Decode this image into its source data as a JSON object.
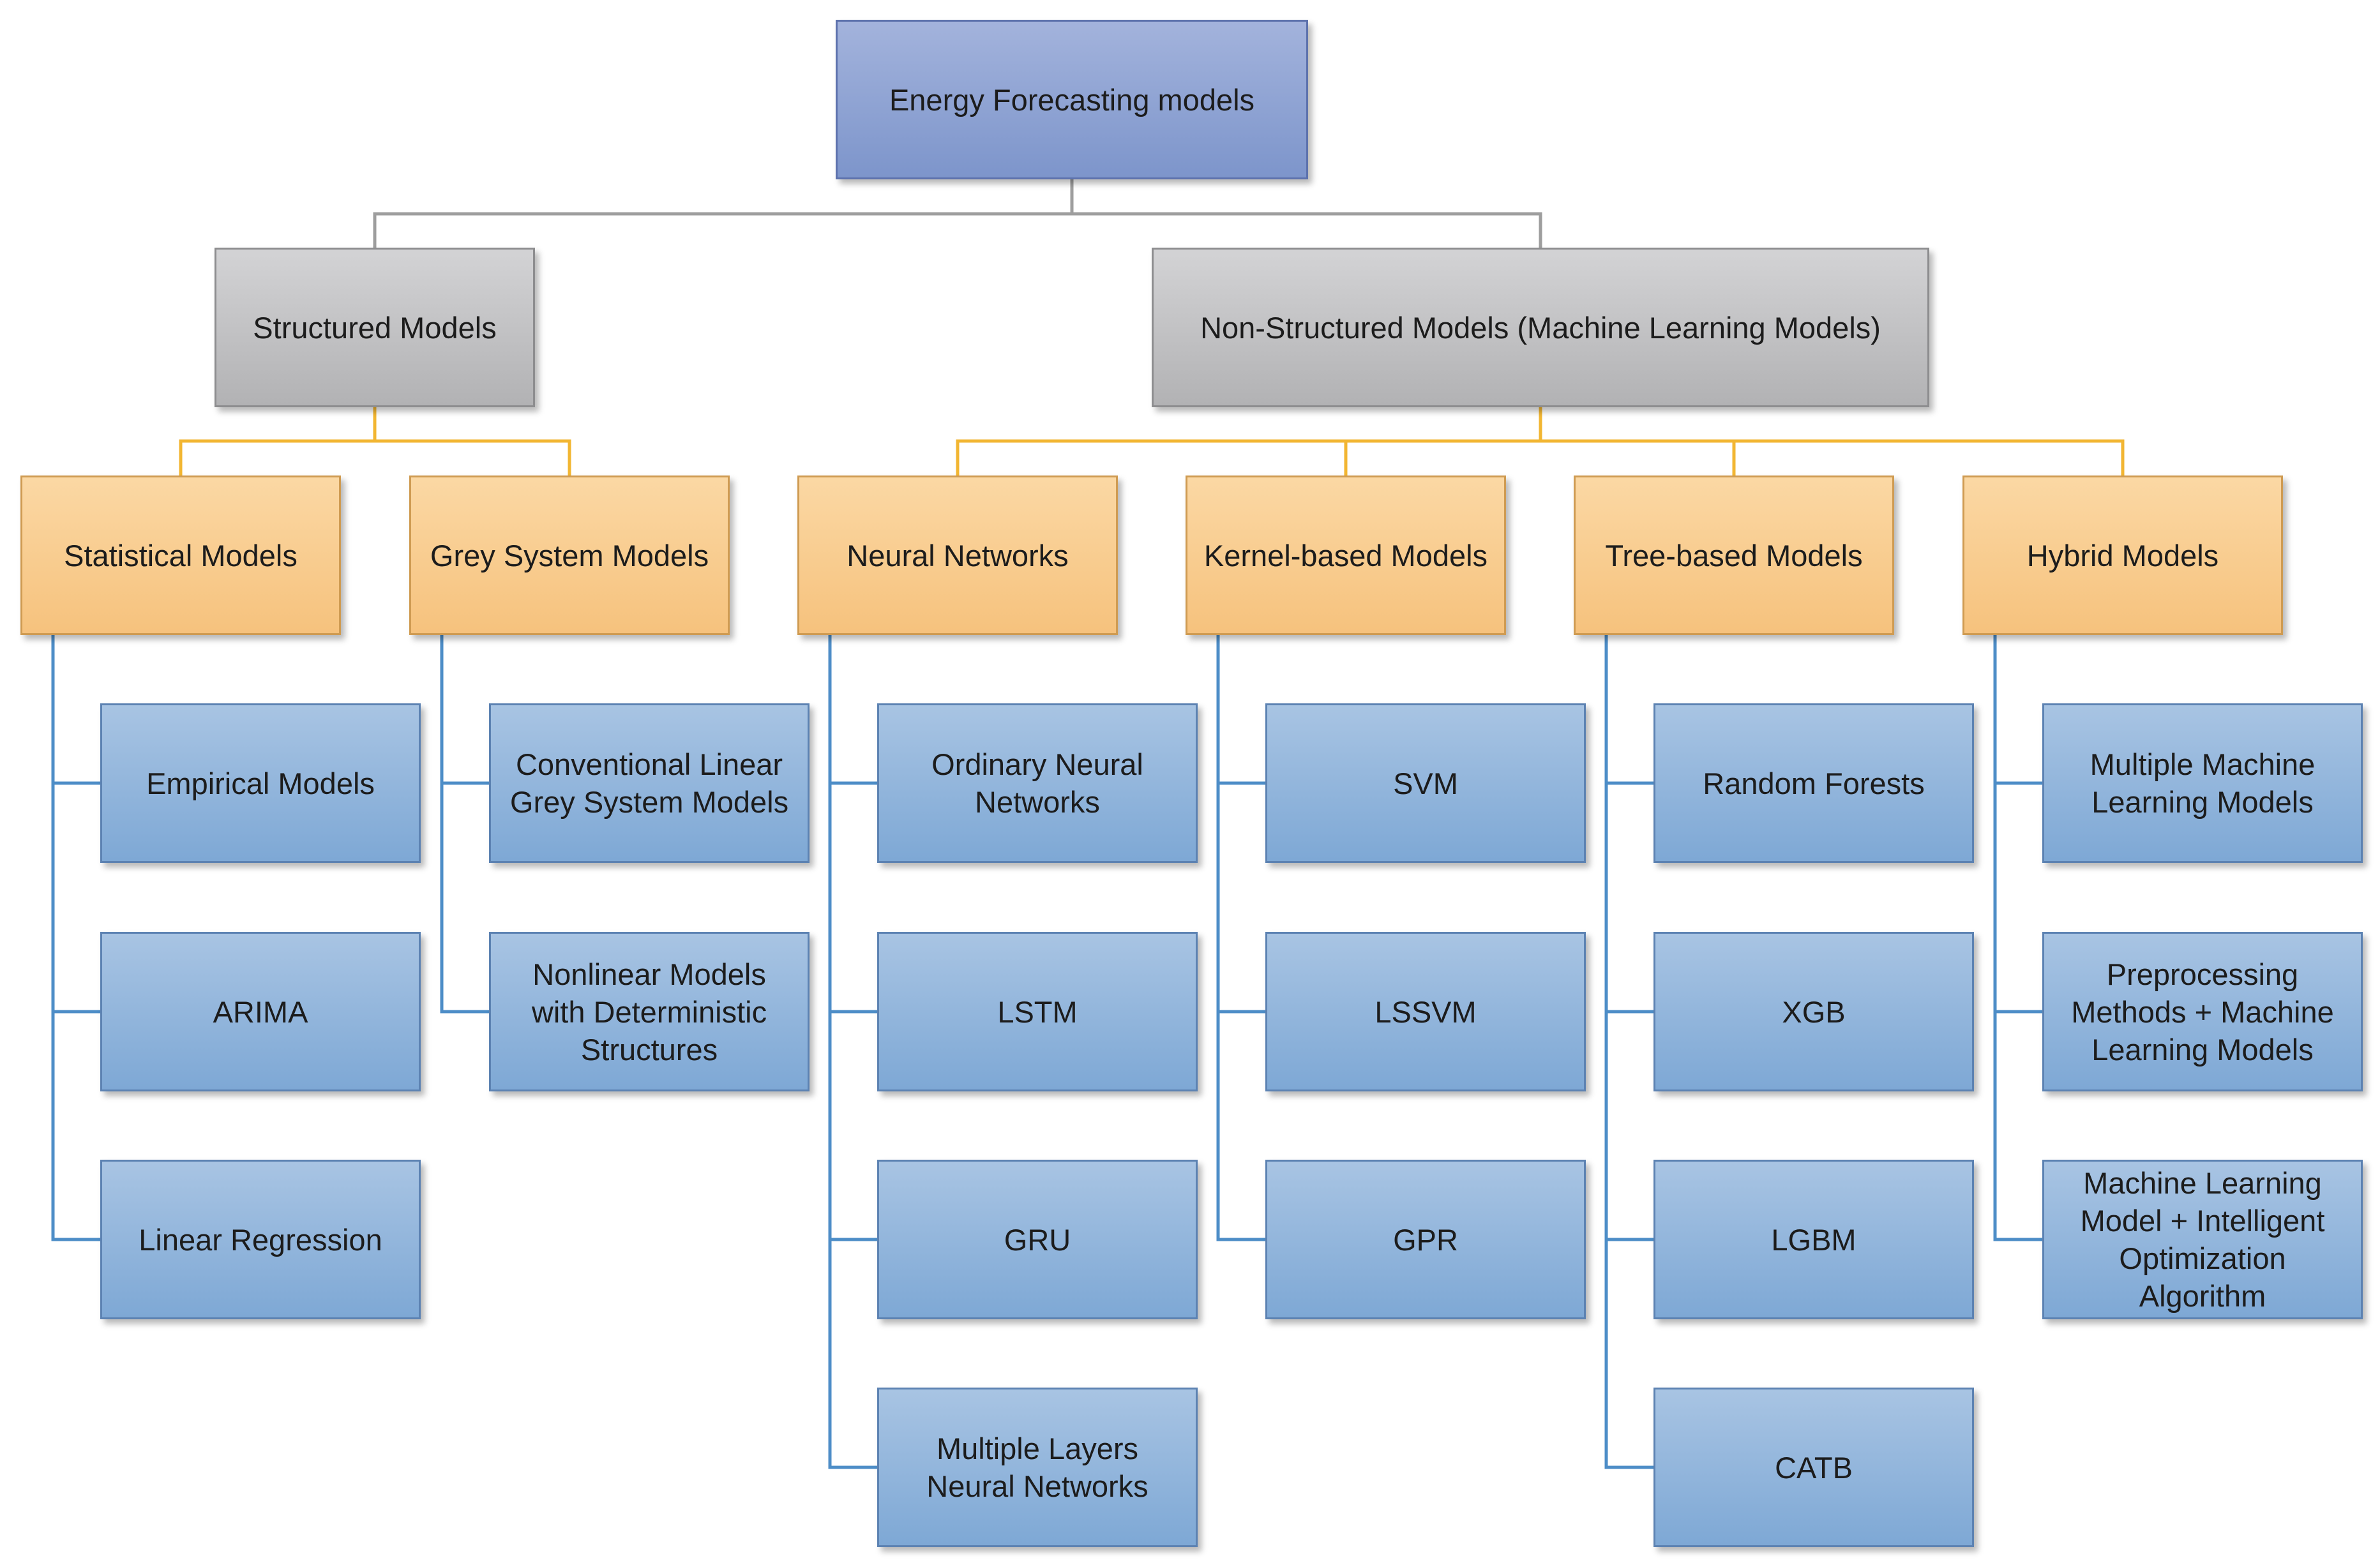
{
  "root": {
    "label": "Energy Forecasting models"
  },
  "structured": {
    "label": "Structured Models",
    "groups": [
      {
        "label": "Statistical Models",
        "items": [
          "Empirical Models",
          "ARIMA",
          "Linear Regression"
        ]
      },
      {
        "label": "Grey System Models",
        "items": [
          "Conventional Linear\nGrey System Models",
          "Nonlinear Models\nwith Deterministic\nStructures"
        ]
      }
    ]
  },
  "non_structured": {
    "label": "Non-Structured Models (Machine Learning Models)",
    "groups": [
      {
        "label": "Neural Networks",
        "items": [
          "Ordinary Neural\nNetworks",
          "LSTM",
          "GRU",
          "Multiple Layers\nNeural Networks"
        ]
      },
      {
        "label": "Kernel-based Models",
        "items": [
          "SVM",
          "LSSVM",
          "GPR"
        ]
      },
      {
        "label": "Tree-based Models",
        "items": [
          "Random Forests",
          "XGB",
          "LGBM",
          "CATB"
        ]
      },
      {
        "label": "Hybrid Models",
        "items": [
          "Multiple Machine\nLearning Models",
          "Preprocessing\nMethods + Machine\nLearning Models",
          "Machine Learning\nModel + Intelligent\nOptimization\nAlgorithm"
        ]
      }
    ]
  },
  "colors": {
    "root_fill": "#8fa3d4",
    "level1_fill": "#c4c4c6",
    "category_fill": "#f8cd91",
    "leaf_fill": "#95b6dc",
    "gray_connector": "#9e9e9e",
    "orange_connector": "#f2b632",
    "blue_connector": "#4d8dc7"
  }
}
